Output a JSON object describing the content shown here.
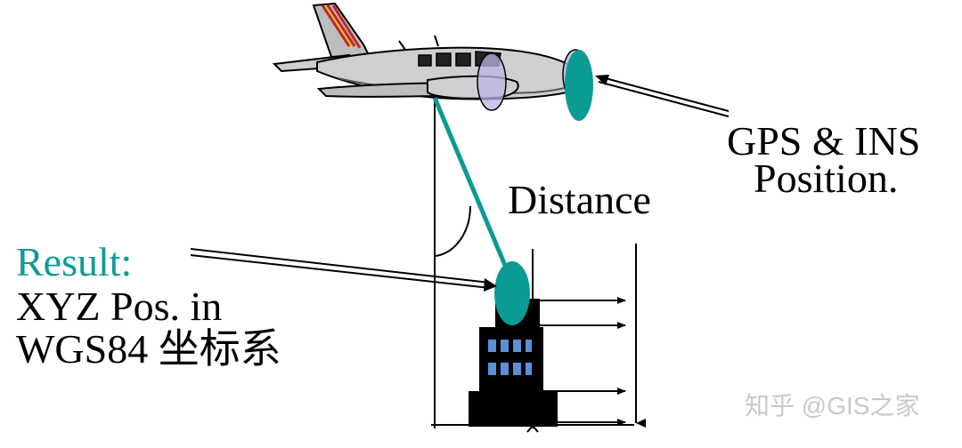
{
  "labels": {
    "gps_line1": "GPS & INS",
    "gps_line2": "Position.",
    "distance": "Distance",
    "result": "Result:",
    "xyz_line1": "XYZ Pos. in",
    "xyz_line2": "WGS84 坐标系"
  },
  "watermark": "知乎 @GIS之家",
  "colors": {
    "teal": "#0b9b95",
    "text": "#000000",
    "watermark": "#c8c8c8",
    "window": "#5b8fd6",
    "plane_body": "#d0d0d0",
    "propeller": "#b9b5e6"
  }
}
